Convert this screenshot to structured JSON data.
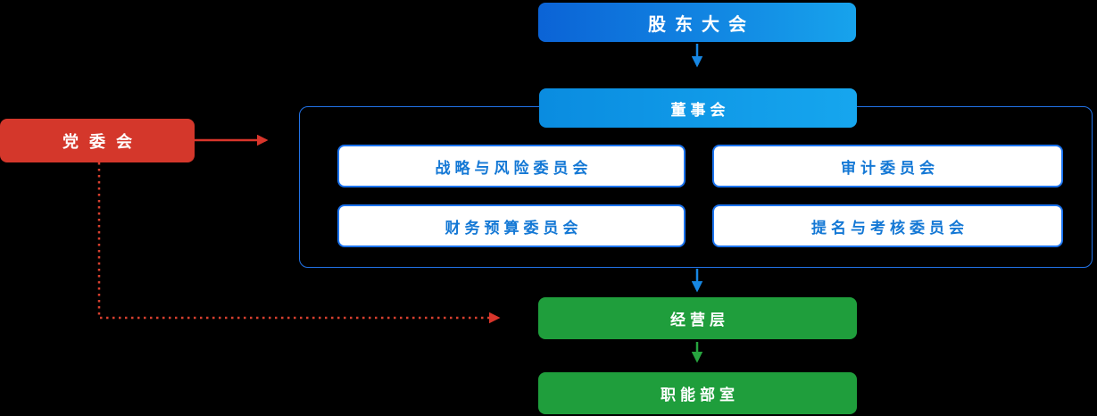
{
  "diagram": {
    "type": "org-chart",
    "background": "#000000",
    "nodes": {
      "shareholders": {
        "label": "股东大会",
        "color_start": "#0b63d6",
        "color_end": "#17a3ec",
        "text_color": "#ffffff"
      },
      "board": {
        "label": "董事会",
        "color_start": "#0a8ce0",
        "color_end": "#16a6ee",
        "text_color": "#ffffff"
      },
      "committees": [
        {
          "label": "战略与风险委员会"
        },
        {
          "label": "审计委员会"
        },
        {
          "label": "财务预算委员会"
        },
        {
          "label": "提名与考核委员会"
        }
      ],
      "committee_style": {
        "fill": "#ffffff",
        "border": "#1c74f0",
        "text_color": "#1478d5"
      },
      "management": {
        "label": "经营层",
        "fill": "#1f9e3c",
        "text_color": "#ffffff"
      },
      "departments": {
        "label": "职能部室",
        "fill": "#1f9e3c",
        "text_color": "#ffffff"
      },
      "party": {
        "label": "党委会",
        "fill": "#d4372b",
        "text_color": "#ffffff"
      }
    },
    "container_border_color": "#2273e8",
    "edges": [
      {
        "from": "股东大会",
        "to": "董事会",
        "style": "solid",
        "color": "#1787e3"
      },
      {
        "from": "董事会组",
        "to": "经营层",
        "style": "solid",
        "color": "#1787e3"
      },
      {
        "from": "经营层",
        "to": "职能部室",
        "style": "solid",
        "color": "#27a53f"
      },
      {
        "from": "党委会",
        "to": "董事会组",
        "style": "solid",
        "color": "#d8352b"
      },
      {
        "from": "党委会",
        "to": "经营层",
        "style": "dotted",
        "color": "#d8402f"
      }
    ]
  }
}
